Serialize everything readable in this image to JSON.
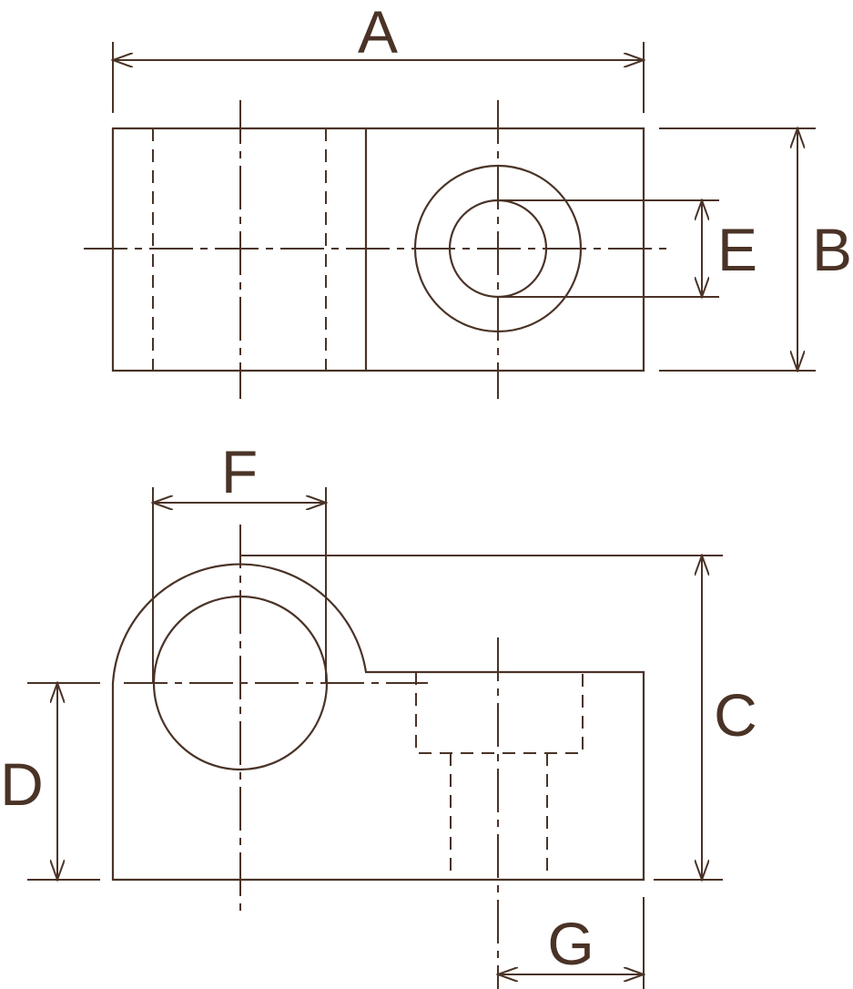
{
  "colors": {
    "line": "#4a3326",
    "background": "#ffffff"
  },
  "labels": {
    "a": "A",
    "b": "B",
    "c": "C",
    "d": "D",
    "e": "E",
    "f": "F",
    "g": "G"
  }
}
